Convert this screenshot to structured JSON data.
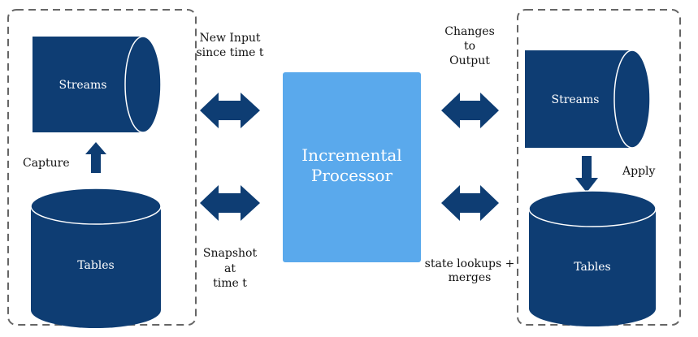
{
  "colors": {
    "navy": "#0e3d73",
    "navy_dark": "#0a2e58",
    "processor_blue": "#5aa9ec",
    "dashed_border": "#666666",
    "text_dark": "#111111",
    "text_light": "#ffffff"
  },
  "left_group": {
    "streams_label": "Streams",
    "tables_label": "Tables",
    "capture_label": "Capture"
  },
  "right_group": {
    "streams_label": "Streams",
    "tables_label": "Tables",
    "apply_label": "Apply"
  },
  "processor": {
    "line1": "Incremental",
    "line2": "Processor"
  },
  "labels": {
    "new_input": [
      "New Input",
      "since time t"
    ],
    "snapshot": [
      "Snapshot",
      "at",
      "time t"
    ],
    "changes": [
      "Changes",
      "to",
      "Output"
    ],
    "state_lookups": [
      "state lookups +",
      "merges"
    ]
  },
  "icons": {
    "capture_arrow": "arrow-up-icon",
    "apply_arrow": "arrow-down-icon",
    "double_arrow": "double-arrow-icon"
  }
}
